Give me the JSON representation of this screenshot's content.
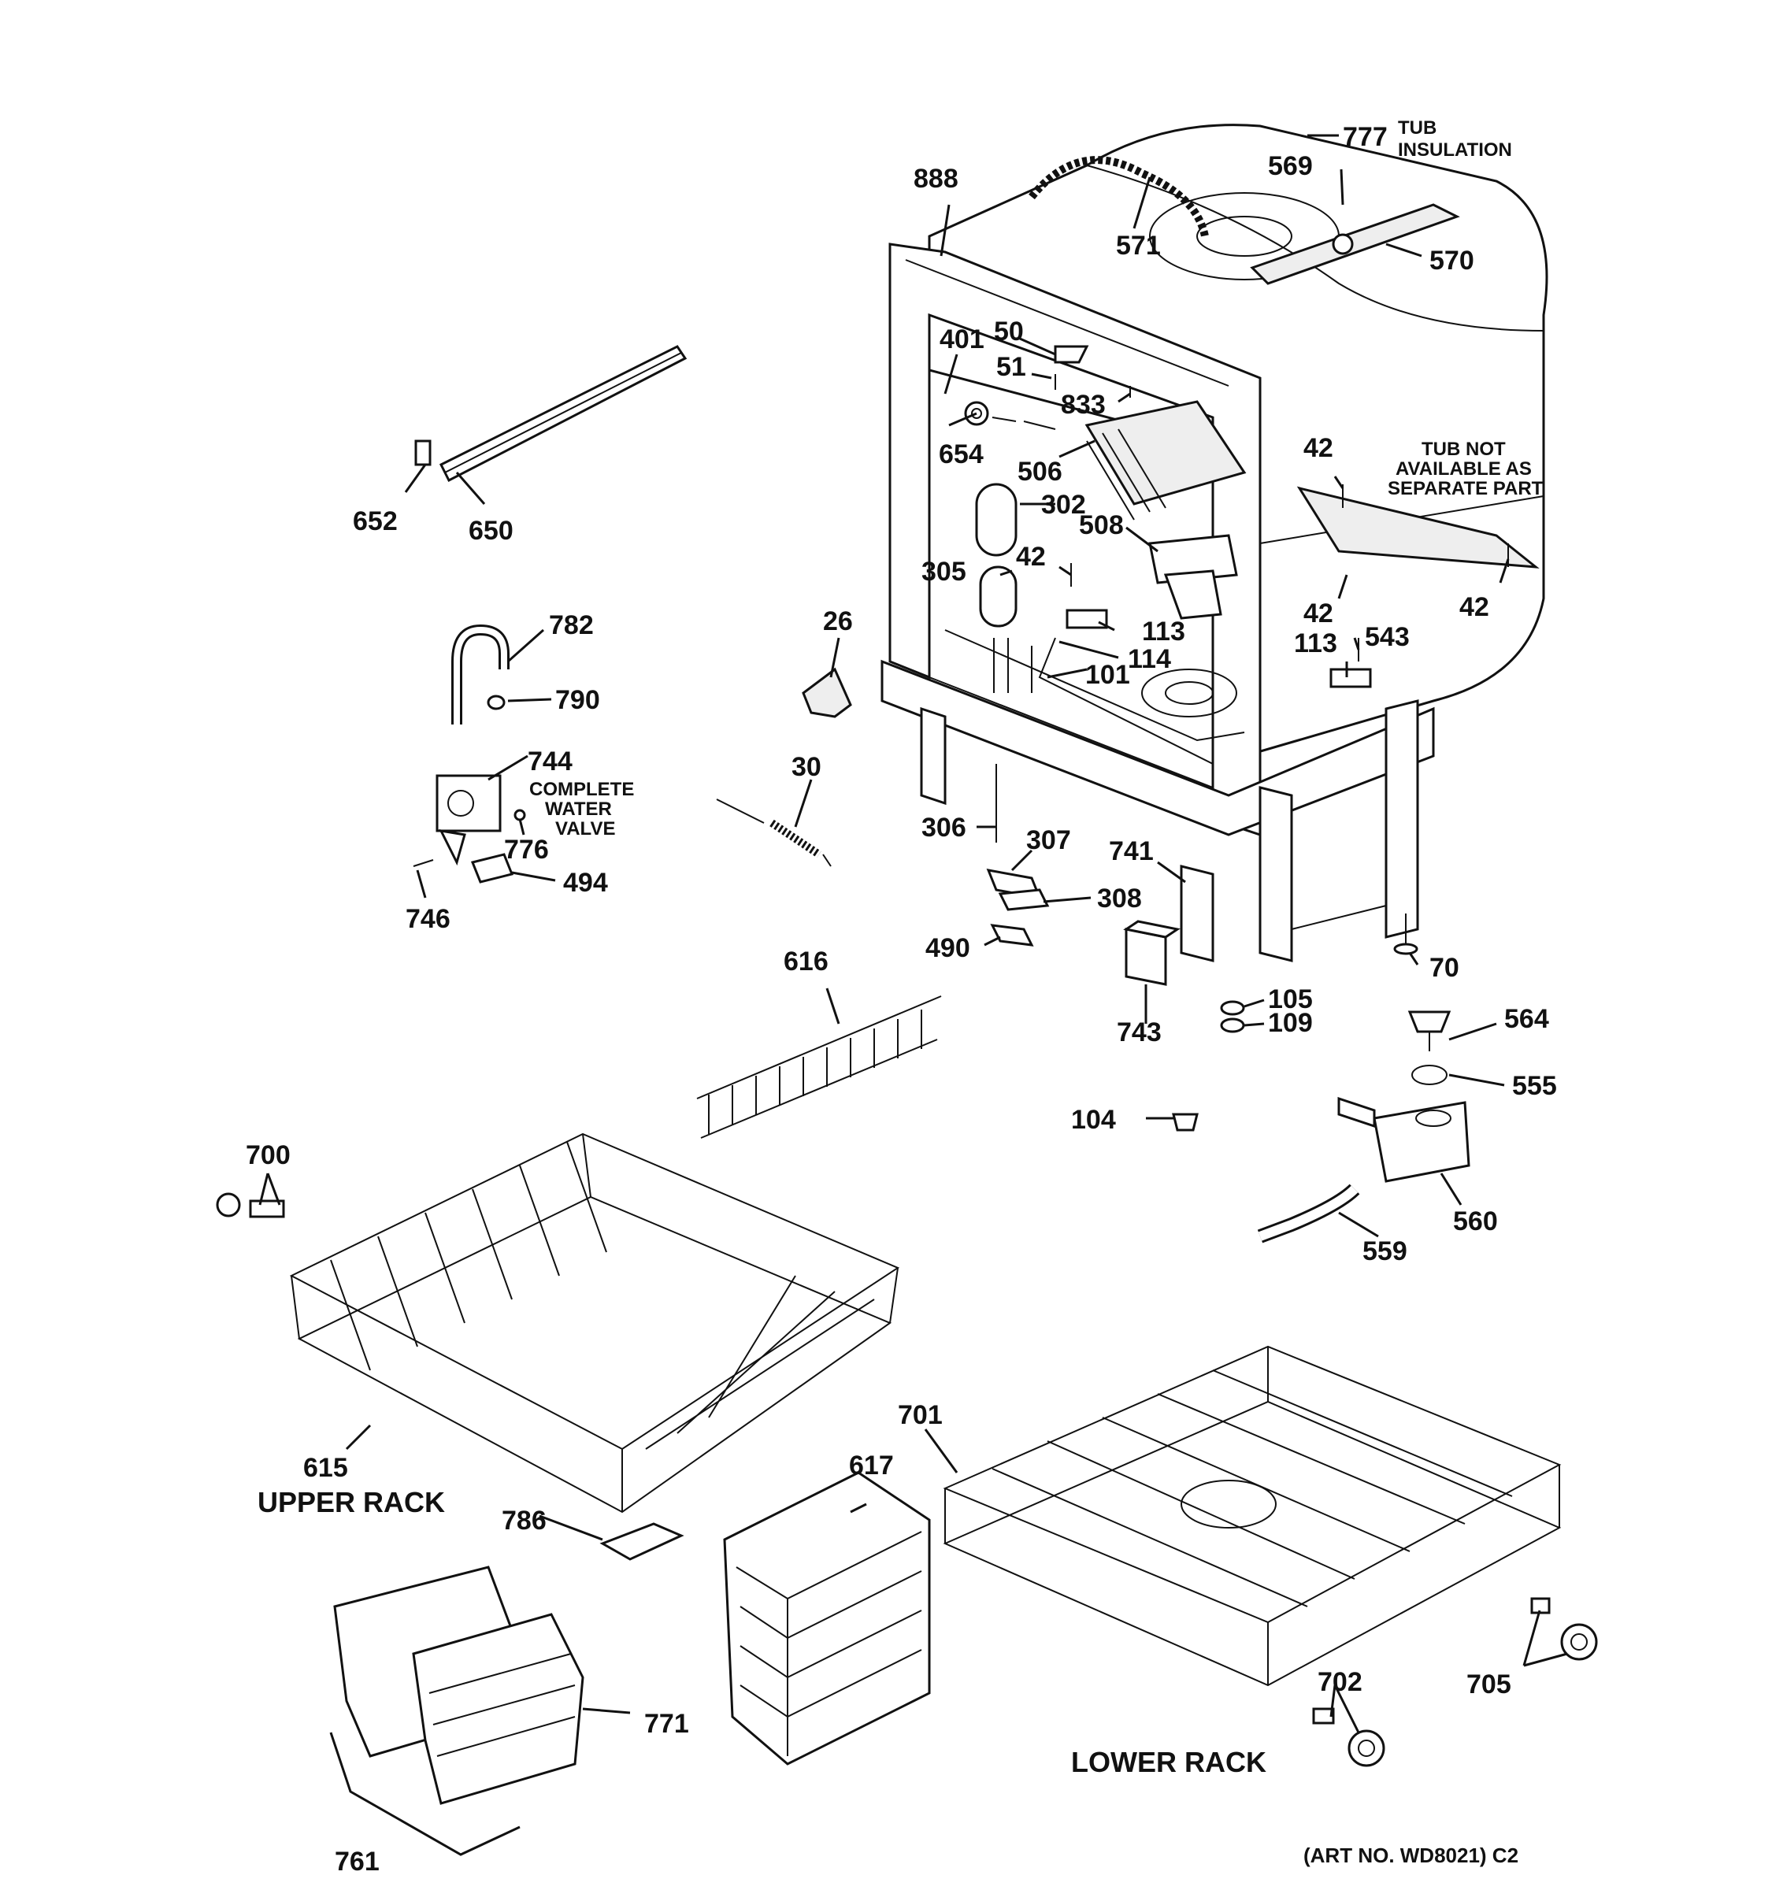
{
  "diagram": {
    "parts": [
      {
        "id": "p777",
        "num": "777",
        "note": [
          "TUB",
          "INSULATION"
        ]
      },
      {
        "id": "p569",
        "num": "569"
      },
      {
        "id": "p888",
        "num": "888"
      },
      {
        "id": "p571",
        "num": "571"
      },
      {
        "id": "p570",
        "num": "570"
      },
      {
        "id": "p50",
        "num": "50"
      },
      {
        "id": "p401",
        "num": "401"
      },
      {
        "id": "p51",
        "num": "51"
      },
      {
        "id": "p833",
        "num": "833"
      },
      {
        "id": "p654",
        "num": "654"
      },
      {
        "id": "p506",
        "num": "506"
      },
      {
        "id": "p42a",
        "num": "42"
      },
      {
        "id": "p302",
        "num": "302"
      },
      {
        "id": "p508",
        "num": "508"
      },
      {
        "id": "p42b",
        "num": "42"
      },
      {
        "id": "p305",
        "num": "305"
      },
      {
        "id": "p42c",
        "num": "42"
      },
      {
        "id": "p543",
        "num": "543"
      },
      {
        "id": "p42d",
        "num": "42"
      },
      {
        "id": "p113a",
        "num": "113"
      },
      {
        "id": "p113b",
        "num": "113"
      },
      {
        "id": "p114",
        "num": "114"
      },
      {
        "id": "p101",
        "num": "101"
      },
      {
        "id": "p652",
        "num": "652"
      },
      {
        "id": "p650",
        "num": "650"
      },
      {
        "id": "p782",
        "num": "782"
      },
      {
        "id": "p790",
        "num": "790"
      },
      {
        "id": "p26",
        "num": "26"
      },
      {
        "id": "p744",
        "num": "744",
        "note": [
          "COMPLETE",
          "WATER",
          "VALVE"
        ]
      },
      {
        "id": "p776",
        "num": "776"
      },
      {
        "id": "p30",
        "num": "30"
      },
      {
        "id": "p494",
        "num": "494"
      },
      {
        "id": "p746",
        "num": "746"
      },
      {
        "id": "p306",
        "num": "306"
      },
      {
        "id": "p307",
        "num": "307"
      },
      {
        "id": "p741",
        "num": "741"
      },
      {
        "id": "p308",
        "num": "308"
      },
      {
        "id": "p490",
        "num": "490"
      },
      {
        "id": "p70",
        "num": "70"
      },
      {
        "id": "p616",
        "num": "616"
      },
      {
        "id": "p105",
        "num": "105"
      },
      {
        "id": "p109",
        "num": "109"
      },
      {
        "id": "p743",
        "num": "743"
      },
      {
        "id": "p564",
        "num": "564"
      },
      {
        "id": "p555",
        "num": "555"
      },
      {
        "id": "p104",
        "num": "104"
      },
      {
        "id": "p700",
        "num": "700"
      },
      {
        "id": "p560",
        "num": "560"
      },
      {
        "id": "p559",
        "num": "559"
      },
      {
        "id": "p701",
        "num": "701"
      },
      {
        "id": "p615",
        "num": "615"
      },
      {
        "id": "p617",
        "num": "617"
      },
      {
        "id": "p786",
        "num": "786"
      },
      {
        "id": "p771",
        "num": "771"
      },
      {
        "id": "p702",
        "num": "702"
      },
      {
        "id": "p705",
        "num": "705"
      },
      {
        "id": "p761",
        "num": "761"
      }
    ],
    "tub_note": [
      "TUB NOT",
      "AVAILABLE AS",
      "SEPARATE PART"
    ],
    "upper_rack_caption": "UPPER RACK",
    "lower_rack_caption": "LOWER RACK",
    "art_number": "(ART NO. WD8021) C2"
  }
}
